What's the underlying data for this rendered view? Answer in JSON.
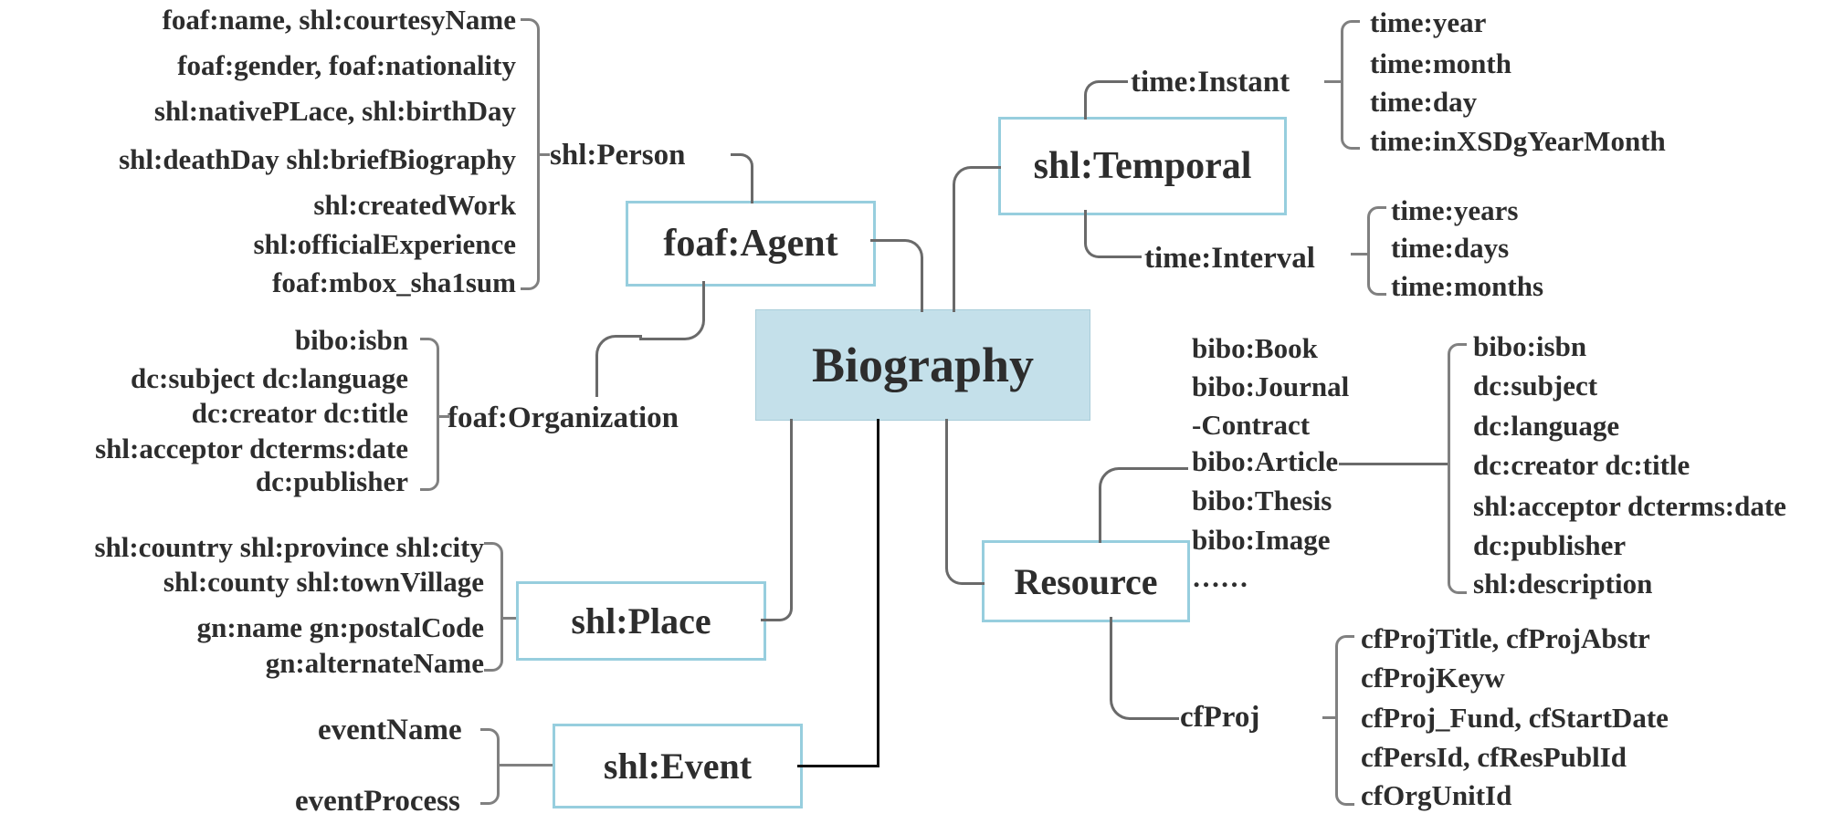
{
  "diagram": {
    "root_label": "Biography",
    "boxes": {
      "agent": "foaf:Agent",
      "temporal": "shl:Temporal",
      "resource": "Resource",
      "place": "shl:Place",
      "event": "shl:Event"
    },
    "labels": {
      "person": "shl:Person",
      "organization": "foaf:Organization",
      "instant": "time:Instant",
      "interval": "time:Interval",
      "cfproj": "cfProj",
      "event_name": "eventName",
      "event_process": "eventProcess"
    },
    "lists": {
      "person_props": [
        "foaf:name, shl:courtesyName",
        "foaf:gender, foaf:nationality",
        "shl:nativePLace, shl:birthDay",
        "shl:deathDay shl:briefBiography",
        "shl:createdWork",
        "shl:officialExperience",
        "foaf:mbox_sha1sum"
      ],
      "org_props": [
        "bibo:isbn",
        "dc:subject dc:language",
        "dc:creator dc:title",
        "shl:acceptor dcterms:date",
        "dc:publisher"
      ],
      "place_props": [
        "shl:country shl:province shl:city",
        "shl:county shl:townVillage",
        "gn:name gn:postalCode",
        "gn:alternateName"
      ],
      "instant_props": [
        "time:year",
        "time:month",
        "time:day",
        "time:inXSDgYearMonth"
      ],
      "interval_props": [
        "time:years",
        "time:days",
        "time:months"
      ],
      "resource_types": [
        "bibo:Book",
        "bibo:Journal",
        "-Contract",
        "bibo:Article",
        "bibo:Thesis",
        "bibo:Image",
        "……"
      ],
      "resource_props": [
        "bibo:isbn",
        "dc:subject",
        "dc:language",
        "dc:creator dc:title",
        "shl:acceptor dcterms:date",
        "dc:publisher",
        "shl:description"
      ],
      "cfproj_props": [
        "cfProjTitle, cfProjAbstr",
        "cfProjKeyw",
        "cfProj_Fund, cfStartDate",
        "cfPersId, cfResPublId",
        "cfOrgUnitId"
      ]
    },
    "colors": {
      "box_border": "#97cede",
      "root_fill": "#c4e0ea",
      "line": "#6a6a6a",
      "event_line": "#111111",
      "text": "#2d2d2d"
    }
  }
}
